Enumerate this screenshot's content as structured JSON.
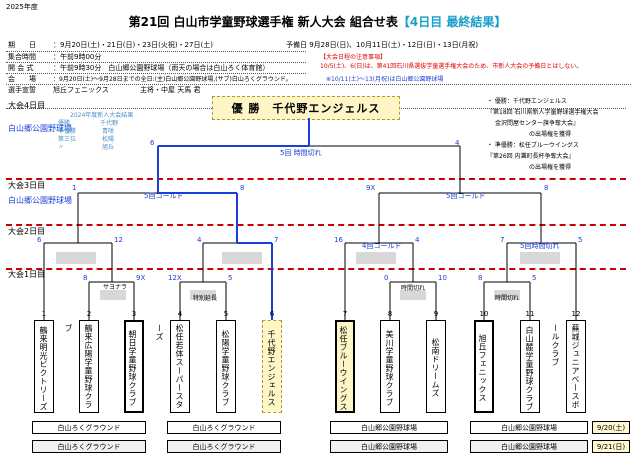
{
  "year": "2025年度",
  "title": {
    "main": "第21回 白山市学童野球選手権 新人大会 組合せ表",
    "highlight": "【4日目 最終結果】"
  },
  "info": {
    "period_label": "期　　日",
    "period_value": "：9月20日(土)・21日(日)・23日(火祝)・27日(土)",
    "reserve": "予備日 9月28日(日)、10月11日(土)・12日(日)・13日(月祝)",
    "meet_label": "集合時間",
    "meet_value": "：午前9時00分",
    "open_label": "開 会 式",
    "open_value": "：午前9時30分　白山郷公園野球場（雨天の場合は白山ろく体育館）",
    "venue_label": "会　　場",
    "venue_value": "：9月20日(土)～9月28日までの全日:(主)白山郷公園野球場,(サブ)白山ろくグラウンド。",
    "venue_extra": "※10/11(土)～13(月祝)は白山郷公園野球場",
    "oath_label": "選手宣誓",
    "oath_value": "旭丘フェニックス",
    "ref": "主将・中屋 天馬 君",
    "notice_title": "【大会日程の注意事項】",
    "notice_body": "10/5(土)、6(日)は、第41回石川県選抜学童選手権大会のため、市新人大会の予備日とはしない。"
  },
  "champion": "優 勝　千代野エンジェルス",
  "awards": {
    "a1": "・ 優勝：千代野エンジェルス",
    "a2": "『第18回 石川県新人学童野球選手権大会",
    "a3": "金沢問屋センター旗争奪大会』",
    "a4": "の出場権を獲得",
    "b1": "・ 準優勝：松任ブルーウイングス",
    "b2": "『第26回 内灘町長杯争奪大会』",
    "b3": "の出場権を獲得"
  },
  "prev_results": {
    "title": "2024年度新人大会結果",
    "rows": [
      {
        "k": "優勝",
        "v": "千代野"
      },
      {
        "k": "準優勝",
        "v": "青咲"
      },
      {
        "k": "第三位",
        "v": "松陽"
      },
      {
        "k": "〃",
        "v": "旭丘"
      }
    ]
  },
  "days": {
    "d4": "大会4日目",
    "d4_venue": "白山郷公園野球場",
    "d3": "大会3日目",
    "d3_venue": "白山郷公園野球場",
    "d2": "大会2日目",
    "d1": "大会1日目"
  },
  "scores": {
    "final_l": "6",
    "final_r": "4",
    "final_note": "5回 時間切れ",
    "sf1_l": "1",
    "sf1_r": "8",
    "sf1_note": "5回コールド",
    "sf2_l": "9X",
    "sf2_r": "8",
    "sf2_note": "5回コールド",
    "q1_l": "6",
    "q1_r": "12",
    "q2_l": "4",
    "q2_r": "7",
    "q3_l": "16",
    "q3_r": "4",
    "q3_note": "4回コールド",
    "q4_l": "7",
    "q4_r": "5",
    "q4_note": "5回時間切れ",
    "r1_l": "8",
    "r1_r": "9X",
    "r1_note": "サヨナラ",
    "r2_l": "12X",
    "r2_r": "5",
    "r2_note": "特別延長",
    "r3_l": "0",
    "r3_r": "10",
    "r3_note": "時間切れ",
    "r4_l": "8",
    "r4_r": "5",
    "r4_note": "時間切れ"
  },
  "teams": [
    {
      "n": "1",
      "name": "鶴来明光ビクトリーズ"
    },
    {
      "n": "2",
      "name": "鶴来広陽学童野球クラブ"
    },
    {
      "n": "3",
      "name": "朝日学童野球クラブ"
    },
    {
      "n": "4",
      "name": "松任若体スーパースターズ"
    },
    {
      "n": "5",
      "name": "松陽学童野球クラブ"
    },
    {
      "n": "6",
      "name": "千代野エンジェルス"
    },
    {
      "n": "7",
      "name": "松任ブルーウイングス"
    },
    {
      "n": "8",
      "name": "美川学童野球クラブ"
    },
    {
      "n": "9",
      "name": "松南ドリームズ"
    },
    {
      "n": "10",
      "name": "旭丘フェニックス"
    },
    {
      "n": "11",
      "name": "白山麓学童野球クラブ"
    },
    {
      "n": "12",
      "name": "蕪城ジュニアベースボールクラブ"
    }
  ],
  "venues": {
    "v1": "白山ろくグラウンド",
    "v2": "白山ろくグラウンド",
    "v3": "白山郷公園野球場",
    "v4": "白山郷公園野球場",
    "v5": "白山ろくグラウンド",
    "v6": "白山ろくグラウンド",
    "v7": "白山郷公園野球場",
    "v8": "白山郷公園野球場",
    "d1": "9/20(土)",
    "d2": "9/21(日)"
  }
}
